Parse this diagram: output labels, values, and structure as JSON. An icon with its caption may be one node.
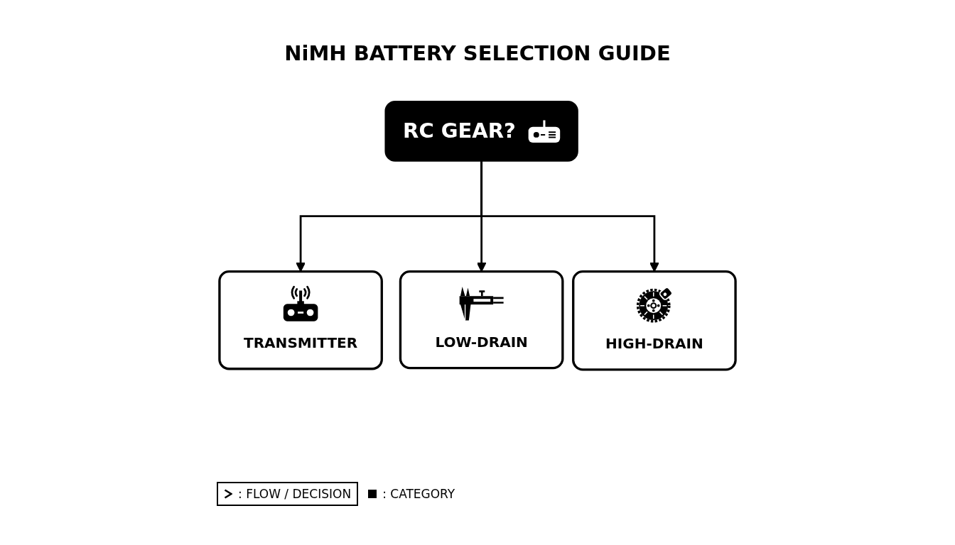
{
  "diagram": {
    "title": "NiMH BATTERY SELECTION GUIDE",
    "nodes": [
      {
        "text": [
          "RC GEAR?"
        ]
      },
      {
        "text": [
          "TRANSMITTER"
        ]
      },
      {
        "text": [
          "LOW-DRAIN"
        ]
      },
      {
        "text": [
          "HIGH-DRAIN"
        ]
      }
    ],
    "edges": [
      {
        "from": 0,
        "to": 1,
        "arrow": "to"
      },
      {
        "from": 0,
        "to": 2,
        "arrow": "to"
      },
      {
        "from": 0,
        "to": 3,
        "arrow": "to"
      }
    ],
    "legend": [
      {
        "text": ": FLOW / DECISION"
      },
      {
        "text": ": CATEGORY",
        "color": "#000000"
      }
    ]
  }
}
